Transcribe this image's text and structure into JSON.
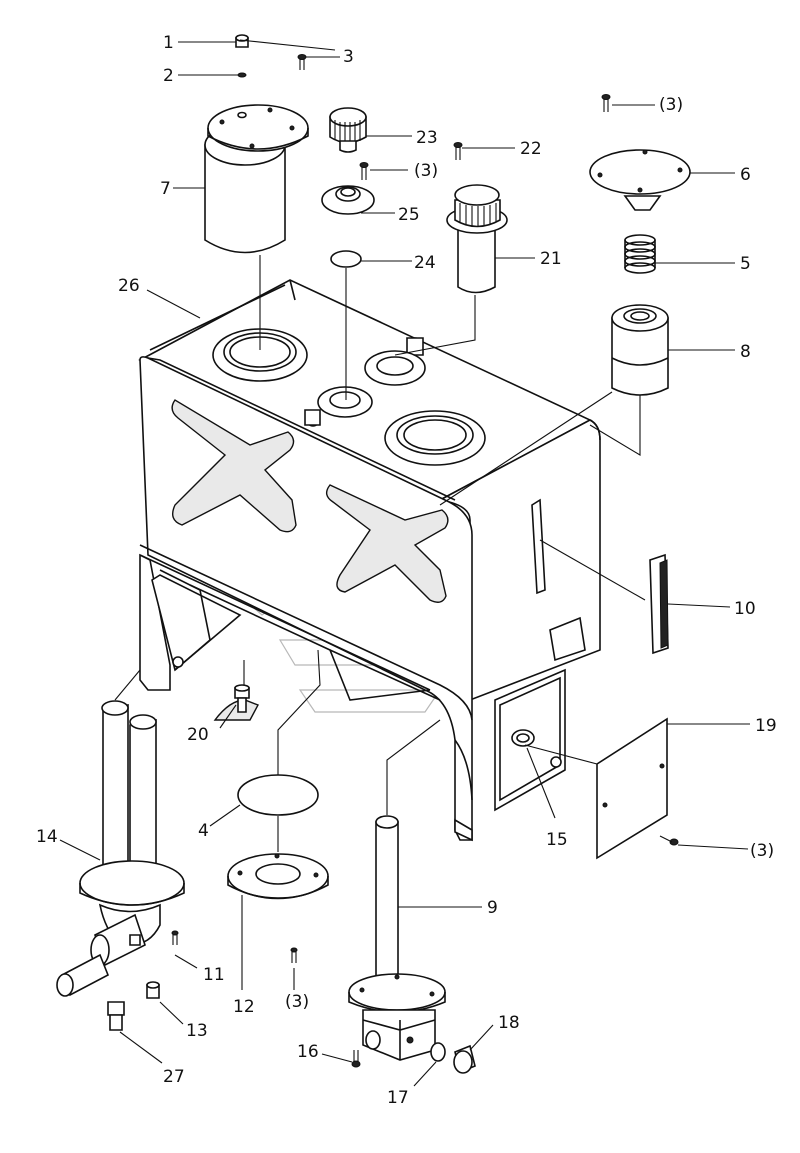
{
  "labels": {
    "p1": "1",
    "p2": "2",
    "p3": "3",
    "p3a": "(3)",
    "p3b": "(3)",
    "p3c": "(3)",
    "p3d": "(3)",
    "p4": "4",
    "p5": "5",
    "p6": "6",
    "p7": "7",
    "p8": "8",
    "p9": "9",
    "p10": "10",
    "p11": "11",
    "p12": "12",
    "p13": "13",
    "p14": "14",
    "p15": "15",
    "p16": "16",
    "p17": "17",
    "p18": "18",
    "p19": "19",
    "p20": "20",
    "p21": "21",
    "p22": "22",
    "p23": "23",
    "p24": "24",
    "p25": "25",
    "p26": "26",
    "p27": "27"
  }
}
